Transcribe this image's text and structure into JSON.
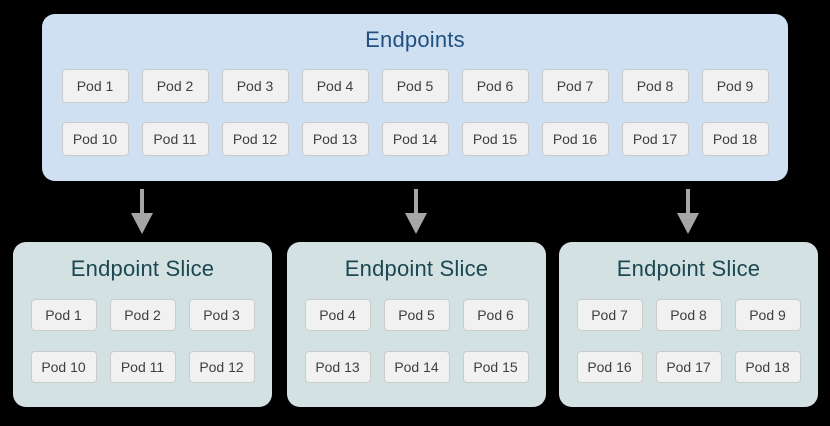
{
  "colors": {
    "bg": "#000000",
    "ep-bg": "#cfe0f3",
    "ep-title": "#21507e",
    "slice-bg": "#d3e1e3",
    "slice-title": "#1b4751",
    "pod-bg": "#f1f1f1",
    "pod-border": "#cbcbcb",
    "pod-text": "#3c4043",
    "arrow": "#a6a6a6"
  },
  "endpoints": {
    "title": "Endpoints",
    "rows": [
      [
        "Pod 1",
        "Pod 2",
        "Pod 3",
        "Pod 4",
        "Pod 5",
        "Pod 6",
        "Pod 7",
        "Pod 8",
        "Pod 9"
      ],
      [
        "Pod 10",
        "Pod 11",
        "Pod 12",
        "Pod 13",
        "Pod 14",
        "Pod 15",
        "Pod 16",
        "Pod 17",
        "Pod 18"
      ]
    ]
  },
  "slices": [
    {
      "title": "Endpoint Slice",
      "rows": [
        [
          "Pod 1",
          "Pod 2",
          "Pod 3"
        ],
        [
          "Pod 10",
          "Pod 11",
          "Pod 12"
        ]
      ]
    },
    {
      "title": "Endpoint Slice",
      "rows": [
        [
          "Pod 4",
          "Pod 5",
          "Pod 6"
        ],
        [
          "Pod 13",
          "Pod 14",
          "Pod 15"
        ]
      ]
    },
    {
      "title": "Endpoint Slice",
      "rows": [
        [
          "Pod 7",
          "Pod 8",
          "Pod 9"
        ],
        [
          "Pod 16",
          "Pod 17",
          "Pod 18"
        ]
      ]
    }
  ]
}
